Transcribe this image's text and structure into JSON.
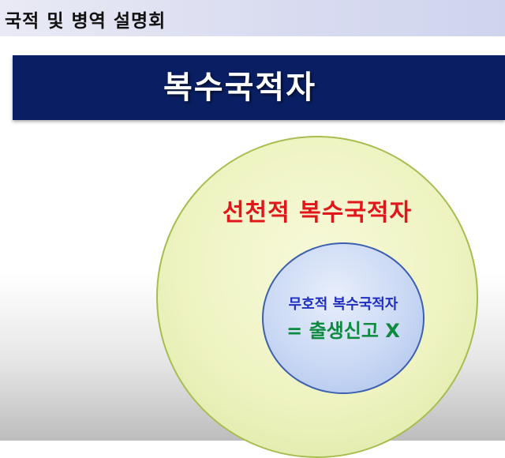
{
  "header": {
    "title": "국적 및 병역 설명회"
  },
  "banner": {
    "title": "복수국적자"
  },
  "diagram": {
    "outer_label": "선천적 복수국적자",
    "inner_label_line1": "무호적 복수국적자",
    "inner_label_line2": "= 출생신고 X",
    "colors": {
      "banner_bg": "#0a1f63",
      "outer_fill": "#eef3c1",
      "outer_text": "#e0161b",
      "inner_fill": "#c9d8f4",
      "inner_text_1": "#1f2fc0",
      "inner_text_2": "#0c8a3e"
    }
  }
}
